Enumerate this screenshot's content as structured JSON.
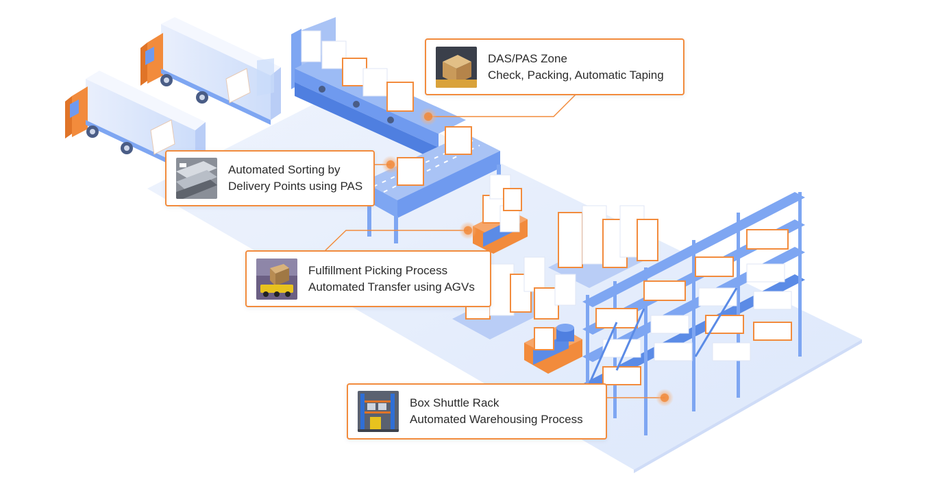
{
  "callouts": [
    {
      "id": "das-pas",
      "line1": "DAS/PAS Zone",
      "line2": "Check, Packing, Automatic Taping",
      "photo": "package-box-photo"
    },
    {
      "id": "sorting",
      "line1": "Automated Sorting by",
      "line2": "Delivery Points using PAS",
      "photo": "sorting-machine-photo"
    },
    {
      "id": "picking",
      "line1": "Fulfillment Picking Process",
      "line2": "Automated Transfer using AGVs",
      "photo": "agv-robot-photo"
    },
    {
      "id": "shuttle",
      "line1": "Box Shuttle Rack",
      "line2": "Automated Warehousing Process",
      "photo": "warehouse-rack-photo"
    }
  ],
  "colors": {
    "accent": "#f28b3c",
    "floor": "#e6eefc",
    "structure": "#7ea6f2",
    "structure_dark": "#4f7fe0",
    "box": "#ffffff"
  }
}
